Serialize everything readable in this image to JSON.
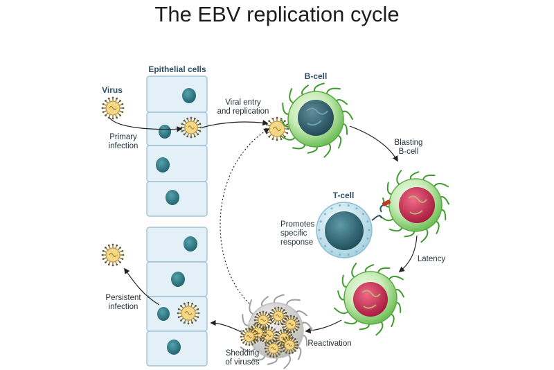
{
  "title": "The EBV replication cycle",
  "labels": {
    "epithelial_cells": "Epithelial cells",
    "virus": "Virus",
    "primary_infection_line1": "Primary",
    "primary_infection_line2": "infection",
    "viral_entry_line1": "Viral entry",
    "viral_entry_line2": "and replication",
    "b_cell": "B-cell",
    "blasting_line1": "Blasting",
    "blasting_line2": "B-cell",
    "t_cell": "T-cell",
    "promotes_line1": "Promotes",
    "promotes_line2": "specific",
    "promotes_line3": "response",
    "latency": "Latency",
    "reactivation": "Reactivation",
    "shedding_line1": "Shedding",
    "shedding_line2": "of viruses",
    "persistent_line1": "Persistent",
    "persistent_line2": "infection"
  },
  "colors": {
    "epithelial_fill": "#e4f0f7",
    "epithelial_stroke": "#9ec3d6",
    "nucleus": "#2f7e8a",
    "virus_fill": "#f3d88a",
    "virus_stroke": "#c79a36",
    "b_cell_outer": "#8fd07b",
    "b_cell_nucleus": "#2f5f6f",
    "blasting_nucleus": "#c8244a",
    "t_cell_outer": "#cfe6ef",
    "t_cell_nucleus": "#2e6e7e",
    "shedding_cell": "#d4d4d4"
  }
}
